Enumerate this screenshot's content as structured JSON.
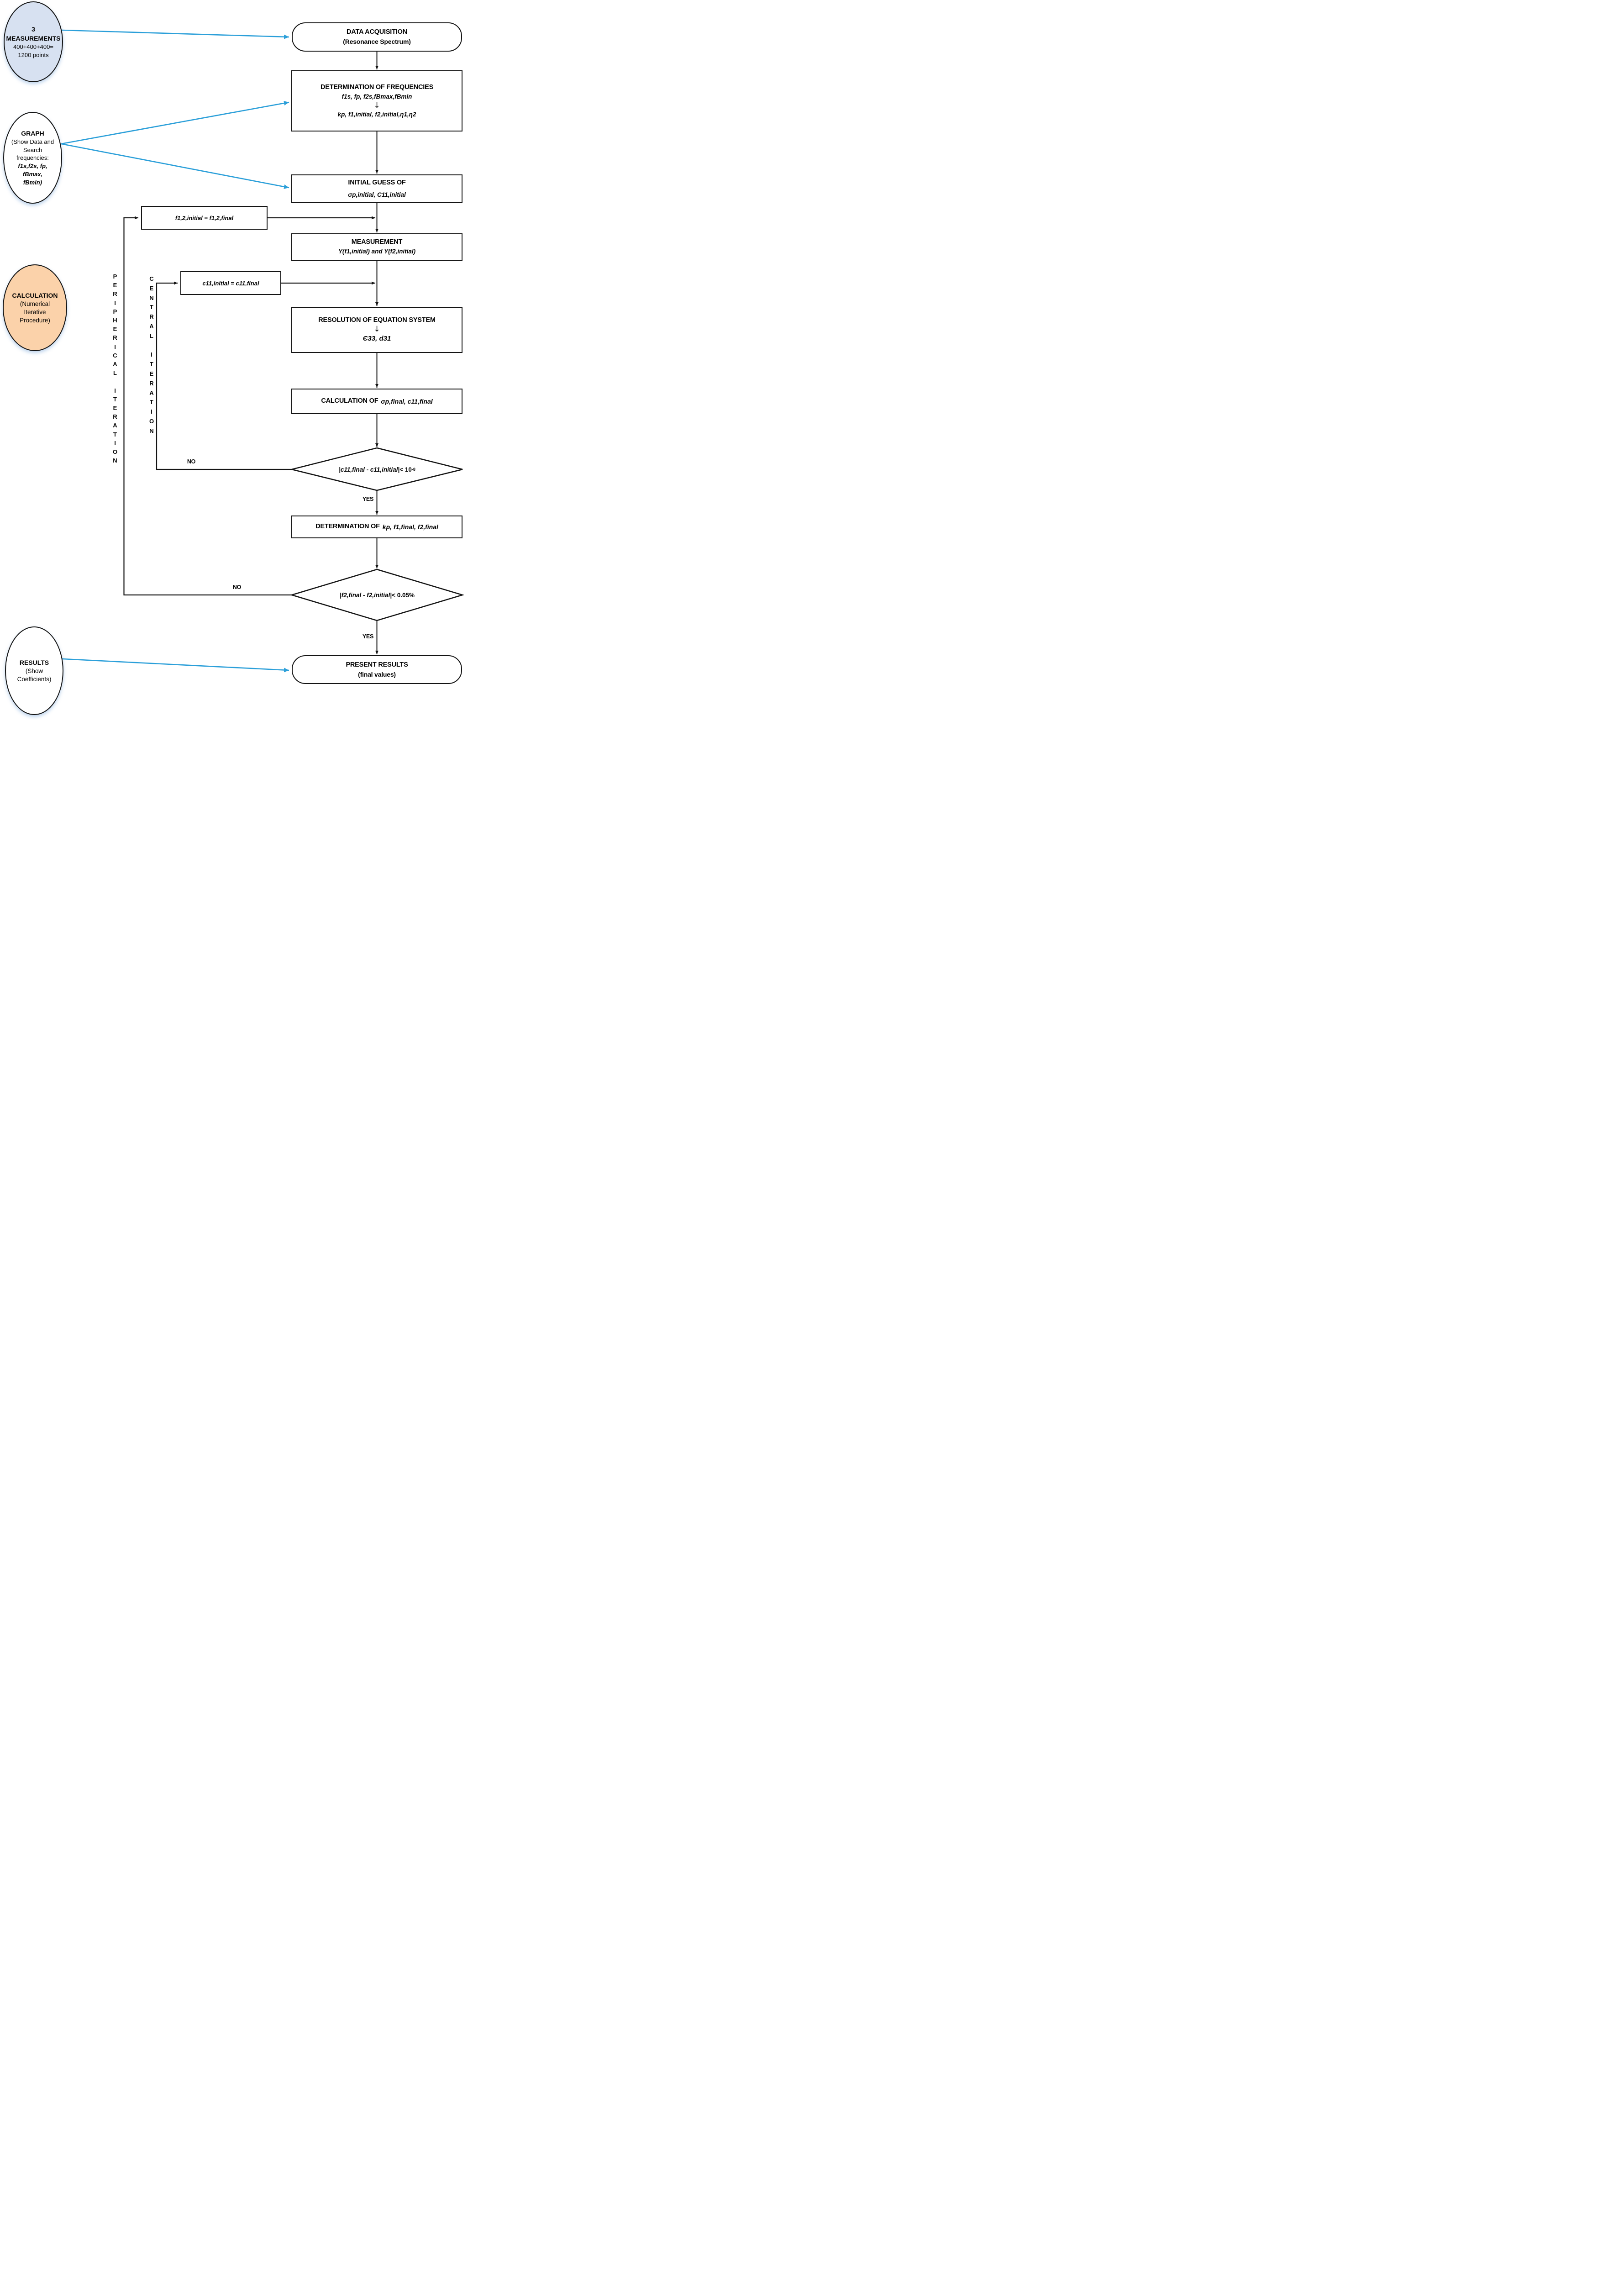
{
  "colors": {
    "arrow_blue": "#2b9fd9",
    "measurements_fill": "#d7e1f1",
    "calculation_fill": "#fbd2aa",
    "line_black": "#141414"
  },
  "circles": {
    "measurements": {
      "l1": "3",
      "l2": "MEASUREMENTS",
      "l3": "400+400+400=",
      "l4": "1200 points"
    },
    "graph": {
      "l1": "GRAPH",
      "l2": "(Show Data and",
      "l3": "Search",
      "l4": "frequencies:",
      "l5": "f1s,f2s, fp, fBmax,",
      "l6": "fBmin)"
    },
    "calculation": {
      "l1": "CALCULATION",
      "l2": "(Numerical",
      "l3": "Iterative",
      "l4": "Procedure)"
    },
    "results": {
      "l1": "RESULTS",
      "l2": "(Show",
      "l3": "Coefficients)"
    }
  },
  "flow": {
    "data_acquisition": {
      "title": "DATA ACQUISITION",
      "subtitle": "(Resonance Spectrum)"
    },
    "det_freq": {
      "title": "DETERMINATION OF FREQUENCIES",
      "line1": "f1s, fp, f2s,fBmax,fBmin",
      "arrow": "↓",
      "line2": "kp, f1,initial, f2,initial,η1,η2"
    },
    "initial_guess": {
      "title": "INITIAL GUESS OF",
      "subtitle": "σp,initial,  C11,initial"
    },
    "measurement": {
      "title": "MEASUREMENT",
      "subtitle": "Y(f1,initial) and Y(f2,initial)"
    },
    "resolution": {
      "title": "RESOLUTION OF EQUATION SYSTEM",
      "arrow": "↓",
      "subtitle": "Є33, d31"
    },
    "calculation_of": {
      "title": "CALCULATION OF",
      "subtitle": "σp,final,  c11,final"
    },
    "det_kp": {
      "title": "DETERMINATION OF",
      "subtitle": "kp, f1,final, f2,final"
    },
    "present_results": {
      "title": "PRESENT RESULTS",
      "subtitle": "(final values)"
    }
  },
  "assign_boxes": {
    "f12": "f1,2,initial =  f1,2,final",
    "c11": "c11,initial = c11,final"
  },
  "decisions": {
    "c11": {
      "expr": "|c11,final - c11,initial|",
      "cmp": "< 10",
      "sup": "-8"
    },
    "f2": {
      "expr": "|f2,final - f2,initial|",
      "cmp": "< 0.05%"
    }
  },
  "branch_labels": {
    "yes1": "YES",
    "yes2": "YES",
    "no1": "NO",
    "no2": "NO"
  },
  "iteration_labels": {
    "peripherical": "P\nE\nR\nI\nP\nH\nE\nR\nI\nC\nA\nL\n\nI\nT\nE\nR\nA\nT\nI\nO\nN",
    "central": "C\nE\nN\nT\nR\nA\nL\n\nI\nT\nE\nR\nA\nT\nI\nO\nN"
  }
}
